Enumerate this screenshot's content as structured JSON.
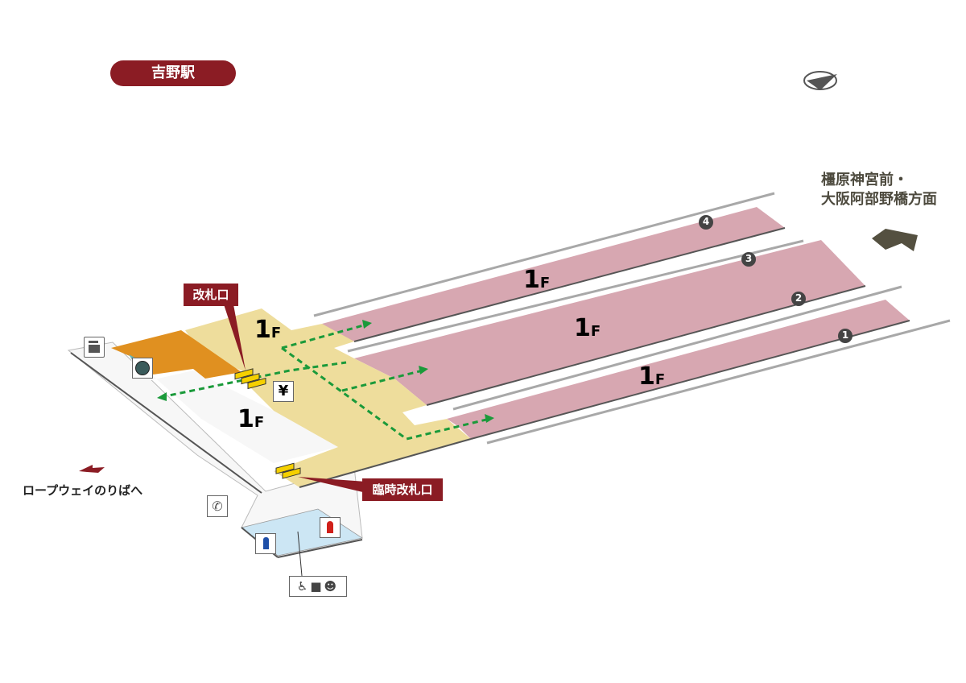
{
  "station_name": "吉野駅",
  "direction": {
    "line1": "橿原神宮前・",
    "line2": "大阪阿部野橋方面"
  },
  "ropeway": "ロープウェイのりばへ",
  "gate_main": "改札口",
  "gate_temp": "臨時改札口",
  "floor_labels": [
    "1",
    "F"
  ],
  "yen_icon": "¥",
  "platform_numbers": [
    "4",
    "3",
    "2",
    "1"
  ],
  "colors": {
    "brand": "#8b1c24",
    "platform": "#d7a7b1",
    "concourse": "#eedd9c",
    "shop": "#e09020",
    "path": "#1a9a3a",
    "toilet": "#cce6f4"
  }
}
